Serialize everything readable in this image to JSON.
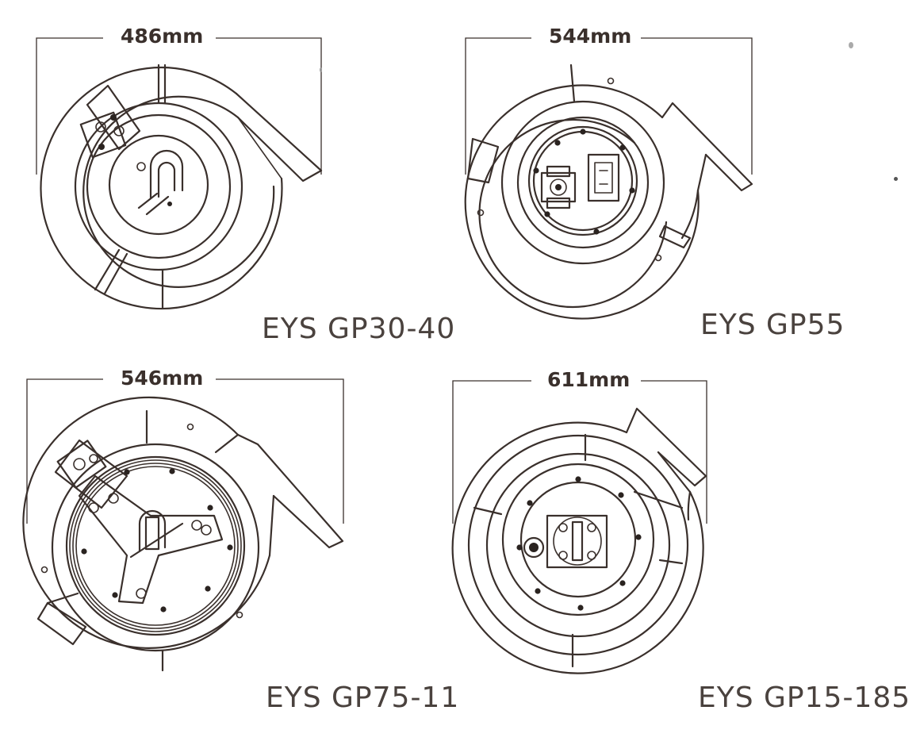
{
  "units": [
    {
      "id": "gp30-40",
      "dimension_label": "486mm",
      "model_label": "EYS GP30-40"
    },
    {
      "id": "gp55",
      "dimension_label": "544mm",
      "model_label": "EYS GP55"
    },
    {
      "id": "gp75-11",
      "dimension_label": "546mm",
      "model_label": "EYS GP75-11"
    },
    {
      "id": "gp15-185",
      "dimension_label": "611mm",
      "model_label": "EYS GP15-185"
    }
  ],
  "colors": {
    "line": "#3a302c",
    "text": "#4a423e",
    "background": "#ffffff"
  }
}
